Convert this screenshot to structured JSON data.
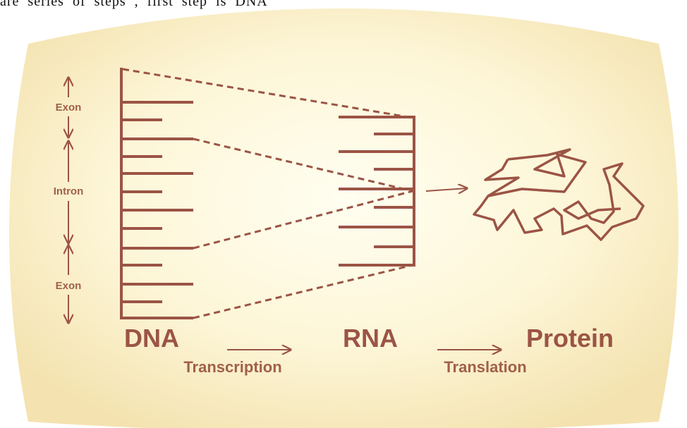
{
  "caption": "are series of steps , first step is DNA",
  "colors": {
    "ink": "#9b5445",
    "label": "#a0604a",
    "background_center": "#fffef0",
    "background_edge": "#f5e4b0"
  },
  "labels": {
    "exon_top": "Exon",
    "intron": "Intron",
    "exon_bottom": "Exon",
    "dna": "DNA",
    "rna": "RNA",
    "protein": "Protein",
    "transcription": "Transcription",
    "translation": "Translation"
  }
}
